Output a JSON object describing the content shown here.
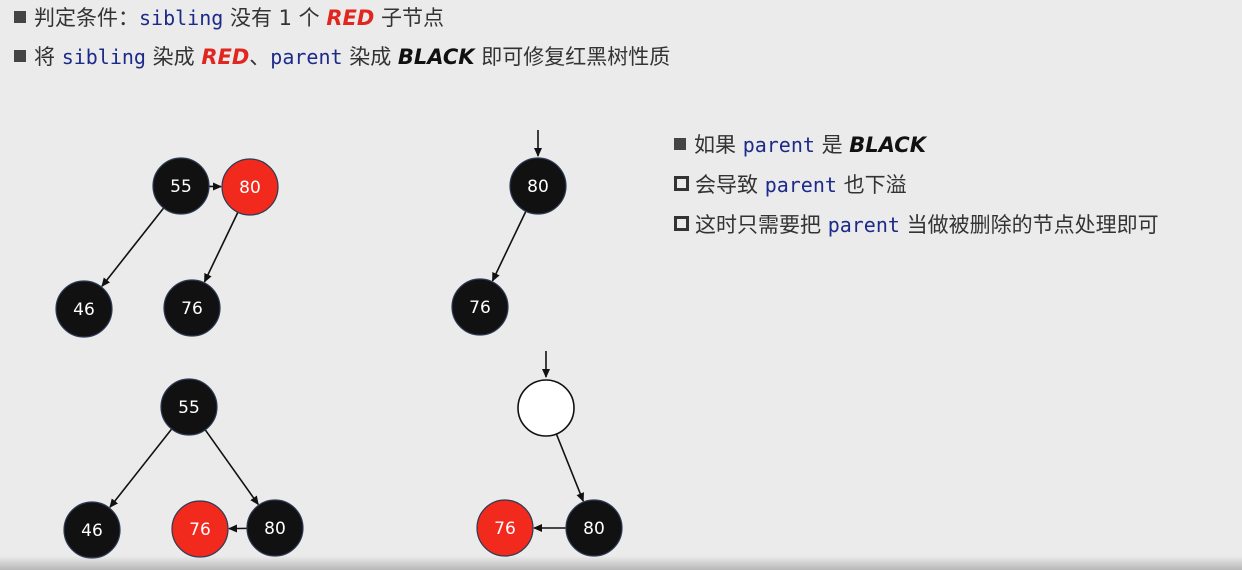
{
  "top_bullets": {
    "line1": {
      "prefix": "判定条件：",
      "code": "sibling",
      "mid": " 没有 1 个 ",
      "red": "RED",
      "suffix": " 子节点"
    },
    "line2": {
      "prefix": "将 ",
      "code1": "sibling",
      "mid1": " 染成 ",
      "red": "RED",
      "sep": "、",
      "code2": "parent",
      "mid2": " 染成 ",
      "black": "BLACK",
      "suffix": " 即可修复红黑树性质"
    }
  },
  "right_notes": {
    "line1": {
      "prefix": "如果 ",
      "code": "parent",
      "mid": " 是 ",
      "black": "BLACK"
    },
    "line2": {
      "prefix": "会导致 ",
      "code": "parent",
      "suffix": " 也下溢"
    },
    "line3": {
      "prefix": "这时只需要把 ",
      "code": "parent",
      "suffix": " 当做被删除的节点处理即可"
    }
  },
  "colors": {
    "background": "#ebebeb",
    "node_black": "#111111",
    "node_red": "#f2291d",
    "node_empty": "#ffffff",
    "code_text": "#1c2a8a",
    "red_text": "#e0261f"
  },
  "diagrams": {
    "top_left": {
      "nodes": [
        {
          "id": "n55",
          "label": "55",
          "color": "black"
        },
        {
          "id": "n80",
          "label": "80",
          "color": "red"
        },
        {
          "id": "n46",
          "label": "46",
          "color": "black"
        },
        {
          "id": "n76",
          "label": "76",
          "color": "black"
        }
      ],
      "edges": [
        [
          "n55",
          "n80"
        ],
        [
          "n55",
          "n46"
        ],
        [
          "n80",
          "n76"
        ]
      ]
    },
    "top_right": {
      "nodes": [
        {
          "id": "n80",
          "label": "80",
          "color": "black"
        },
        {
          "id": "n76",
          "label": "76",
          "color": "black"
        }
      ],
      "edges": [
        [
          "n80",
          "n76"
        ]
      ],
      "incoming_arrow": true
    },
    "bottom_left": {
      "nodes": [
        {
          "id": "n55",
          "label": "55",
          "color": "black"
        },
        {
          "id": "n46",
          "label": "46",
          "color": "black"
        },
        {
          "id": "n76",
          "label": "76",
          "color": "red"
        },
        {
          "id": "n80",
          "label": "80",
          "color": "black"
        }
      ],
      "edges": [
        [
          "n55",
          "n46"
        ],
        [
          "n55",
          "n80"
        ],
        [
          "n80",
          "n76"
        ]
      ]
    },
    "bottom_right": {
      "nodes": [
        {
          "id": "nE",
          "label": "",
          "color": "empty"
        },
        {
          "id": "n76",
          "label": "76",
          "color": "red"
        },
        {
          "id": "n80",
          "label": "80",
          "color": "black"
        }
      ],
      "edges": [
        [
          "nE",
          "n80"
        ],
        [
          "n80",
          "n76"
        ]
      ],
      "incoming_arrow": true
    }
  }
}
